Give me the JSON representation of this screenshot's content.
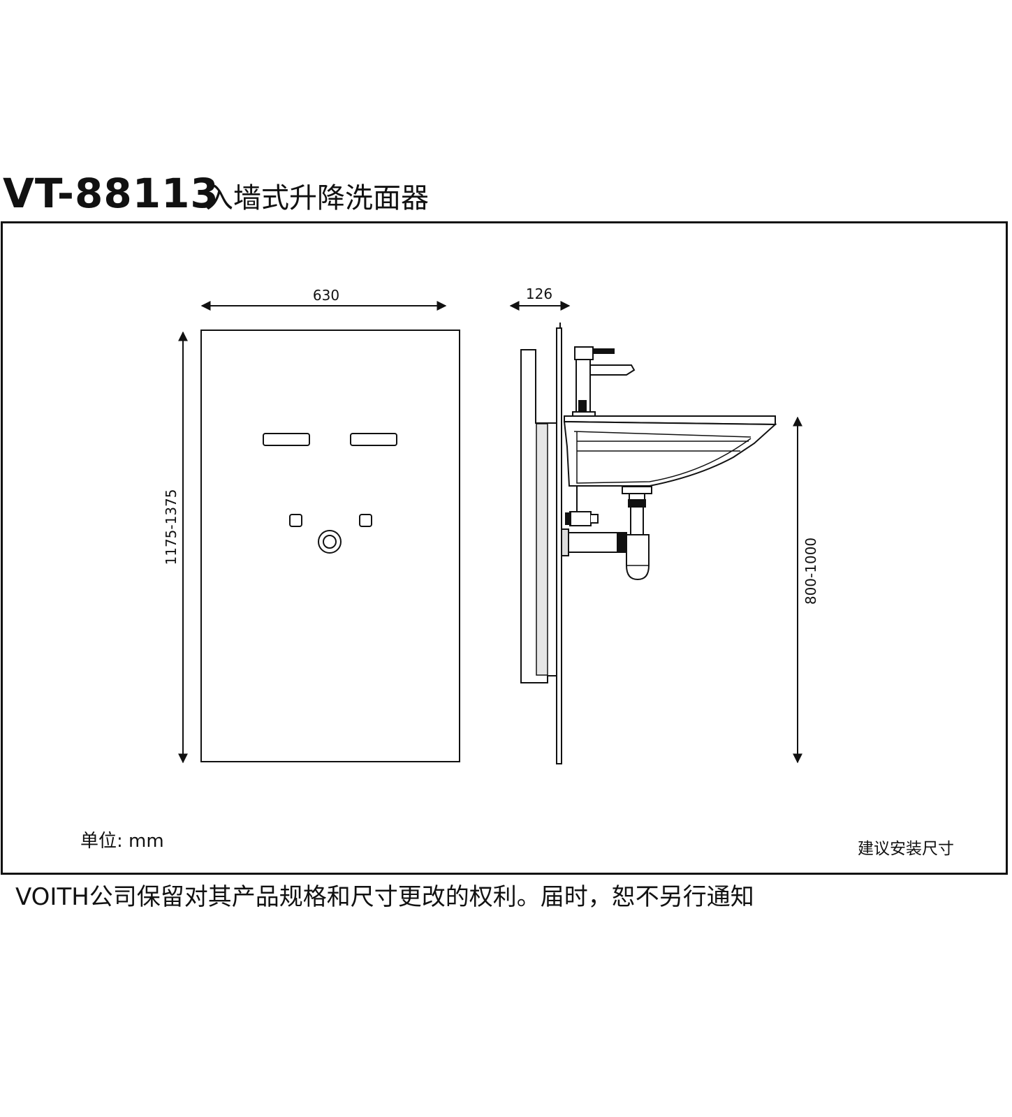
{
  "header": {
    "model": "VT-88113",
    "product_name": "入墙式升降洗面器"
  },
  "dimensions": {
    "width": "630",
    "depth": "126",
    "height": "1175-1375",
    "basin_height": "800-1000"
  },
  "footer": {
    "unit": "单位: mm",
    "suggest": "建议安装尺寸",
    "disclaimer": "VOITH公司保留对其产品规格和尺寸更改的权利。届时，恕不另行通知"
  }
}
